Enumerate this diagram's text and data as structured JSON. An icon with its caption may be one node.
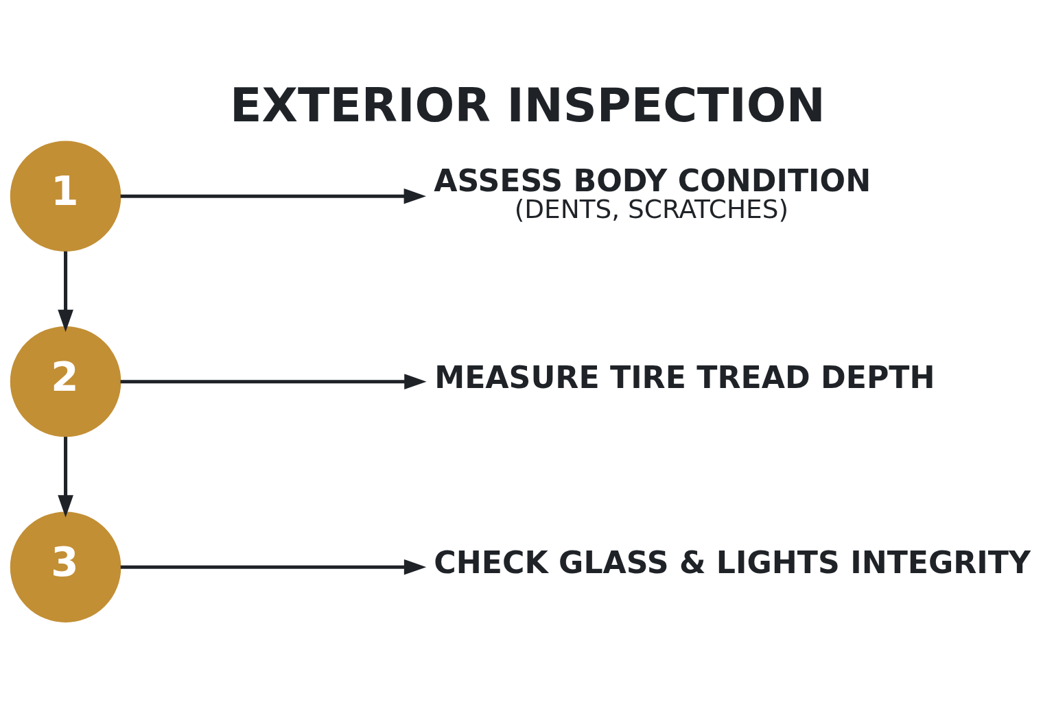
{
  "diagram": {
    "title": "EXTERIOR INSPECTION",
    "nodes": [
      {
        "text": [
          "1"
        ]
      },
      {
        "text": [
          "ASSESS BODY CONDITION",
          "(DENTS, SCRATCHES)"
        ]
      },
      {
        "text": [
          "2"
        ]
      },
      {
        "text": [
          "MEASURE TIRE TREAD DEPTH"
        ]
      },
      {
        "text": [
          "3"
        ]
      },
      {
        "text": [
          "CHECK GLASS & LIGHTS INTEGRITY"
        ]
      }
    ],
    "edges": [
      {
        "from": 0,
        "to": 1,
        "arrow": "to"
      },
      {
        "from": 0,
        "to": 2,
        "arrow": "to"
      },
      {
        "from": 2,
        "to": 3,
        "arrow": "to"
      },
      {
        "from": 2,
        "to": 4,
        "arrow": "to"
      },
      {
        "from": 4,
        "to": 5,
        "arrow": "to"
      }
    ]
  }
}
